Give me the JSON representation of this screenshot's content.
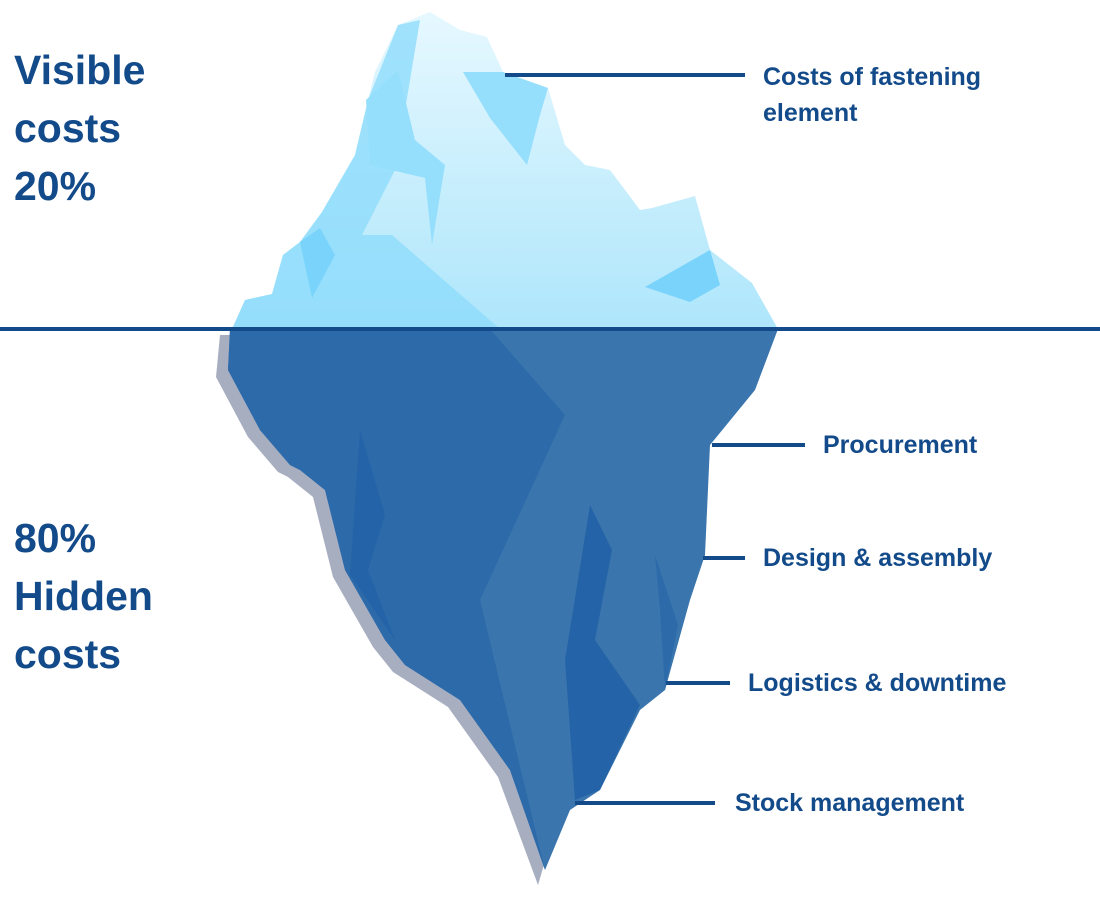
{
  "visible": {
    "lines": [
      "Visible",
      "costs",
      "20%"
    ]
  },
  "hidden": {
    "lines": [
      "80%",
      "Hidden",
      "costs"
    ]
  },
  "labels": {
    "fastening": [
      "Costs of fastening",
      "element"
    ],
    "procurement": "Procurement",
    "design": "Design & assembly",
    "logistics": "Logistics & downtime",
    "stock": "Stock management"
  },
  "colors": {
    "text": "#124a8a",
    "water_line": "#124a8a",
    "ice_top": "#bfeefc",
    "ice_bottom": "#2f6fb0",
    "shadow": "#a7aec0"
  }
}
